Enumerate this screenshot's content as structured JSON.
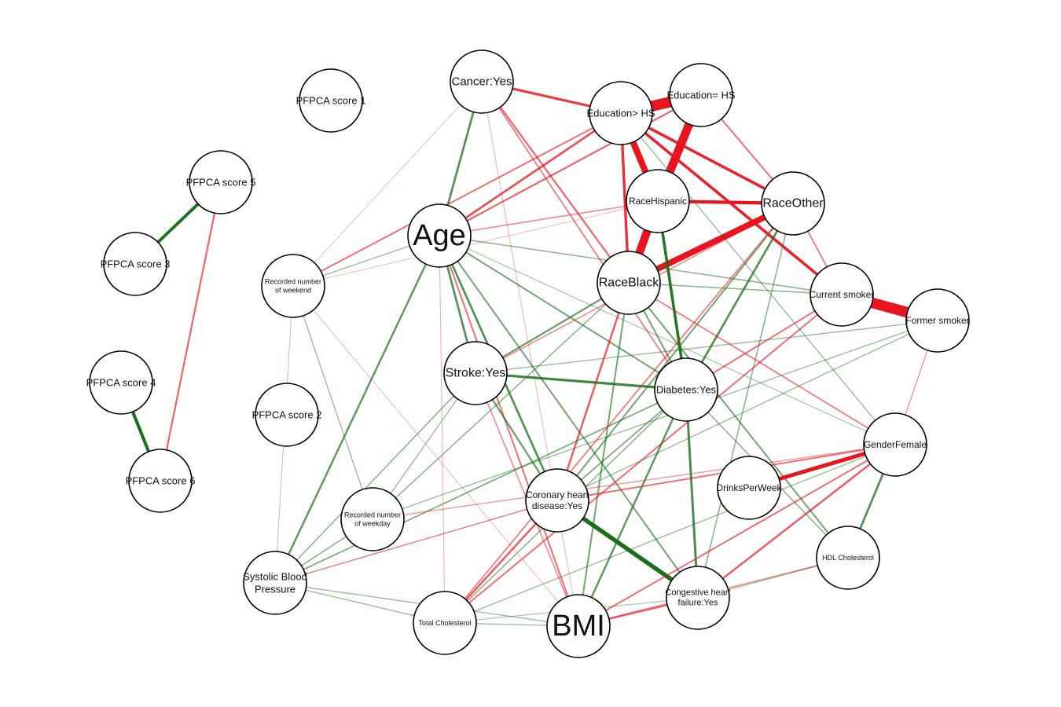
{
  "colors": {
    "positive": "#1b6e1b",
    "negative": "#e8141e",
    "node_stroke": "#000000",
    "node_fill": "#ffffff"
  },
  "network": {
    "nodes": [
      {
        "id": "cancer",
        "label": [
          "Cancer:Yes"
        ]
      },
      {
        "id": "pfpca1",
        "label": [
          "PFPCA score 1"
        ]
      },
      {
        "id": "edu_gt",
        "label": [
          "Education> HS"
        ]
      },
      {
        "id": "edu_eq",
        "label": [
          "Education= HS"
        ]
      },
      {
        "id": "pfpca5",
        "label": [
          "PFPCA score 5"
        ]
      },
      {
        "id": "pfpca3",
        "label": [
          "PFPCA score 3"
        ]
      },
      {
        "id": "age",
        "label": [
          "Age"
        ]
      },
      {
        "id": "hispanic",
        "label": [
          "RaceHispanic"
        ]
      },
      {
        "id": "other",
        "label": [
          "RaceOther"
        ]
      },
      {
        "id": "weekend",
        "label": [
          "Recorded number",
          "of weekend"
        ]
      },
      {
        "id": "black",
        "label": [
          "RaceBlack"
        ]
      },
      {
        "id": "cursmoke",
        "label": [
          "Current smoker"
        ]
      },
      {
        "id": "formsmoke",
        "label": [
          "Former smoker"
        ]
      },
      {
        "id": "pfpca4",
        "label": [
          "PFPCA score 4"
        ]
      },
      {
        "id": "stroke",
        "label": [
          "Stroke:Yes"
        ]
      },
      {
        "id": "diabetes",
        "label": [
          "Diabetes:Yes"
        ]
      },
      {
        "id": "pfpca2",
        "label": [
          "PFPCA score 2"
        ]
      },
      {
        "id": "gender",
        "label": [
          "GenderFemale"
        ]
      },
      {
        "id": "pfpca6",
        "label": [
          "PFPCA score 6"
        ]
      },
      {
        "id": "chd",
        "label": [
          "Coronary heart",
          "disease:Yes"
        ]
      },
      {
        "id": "drinks",
        "label": [
          "DrinksPerWeek"
        ]
      },
      {
        "id": "weekday",
        "label": [
          "Recorded number",
          "of weekday"
        ]
      },
      {
        "id": "hdl",
        "label": [
          "HDL Cholesterol"
        ]
      },
      {
        "id": "sbp",
        "label": [
          "Systolic Blood",
          "Pressure"
        ]
      },
      {
        "id": "chf",
        "label": [
          "Congestive heart",
          "failure:Yes"
        ]
      },
      {
        "id": "totchol",
        "label": [
          "Total Cholesterol"
        ]
      },
      {
        "id": "bmi",
        "label": [
          "BMI"
        ]
      }
    ],
    "edges": [
      {
        "a": "pfpca5",
        "b": "pfpca3",
        "sign": "pos",
        "strength": 0.85
      },
      {
        "a": "pfpca5",
        "b": "pfpca6",
        "sign": "neg",
        "strength": 0.5
      },
      {
        "a": "pfpca4",
        "b": "pfpca6",
        "sign": "pos",
        "strength": 0.9
      },
      {
        "a": "edu_gt",
        "b": "edu_eq",
        "sign": "neg",
        "strength": 3.0
      },
      {
        "a": "edu_gt",
        "b": "hispanic",
        "sign": "neg",
        "strength": 1.8
      },
      {
        "a": "edu_eq",
        "b": "hispanic",
        "sign": "neg",
        "strength": 2.4
      },
      {
        "a": "hispanic",
        "b": "black",
        "sign": "neg",
        "strength": 2.3
      },
      {
        "a": "black",
        "b": "other",
        "sign": "neg",
        "strength": 1.7
      },
      {
        "a": "hispanic",
        "b": "other",
        "sign": "neg",
        "strength": 0.95
      },
      {
        "a": "cursmoke",
        "b": "formsmoke",
        "sign": "neg",
        "strength": 3.0
      },
      {
        "a": "edu_gt",
        "b": "other",
        "sign": "neg",
        "strength": 0.8
      },
      {
        "a": "edu_gt",
        "b": "cursmoke",
        "sign": "neg",
        "strength": 0.8
      },
      {
        "a": "edu_gt",
        "b": "black",
        "sign": "neg",
        "strength": 0.75
      },
      {
        "a": "edu_gt",
        "b": "age",
        "sign": "neg",
        "strength": 0.6
      },
      {
        "a": "edu_gt",
        "b": "weekend",
        "sign": "neg",
        "strength": 0.45
      },
      {
        "a": "edu_gt",
        "b": "gender",
        "sign": "pos",
        "strength": 0.3
      },
      {
        "a": "edu_eq",
        "b": "age",
        "sign": "neg",
        "strength": 0.5
      },
      {
        "a": "edu_eq",
        "b": "other",
        "sign": "neg",
        "strength": 0.45
      },
      {
        "a": "cancer",
        "b": "edu_gt",
        "sign": "neg",
        "strength": 0.7
      },
      {
        "a": "cancer",
        "b": "age",
        "sign": "pos",
        "strength": 0.6
      },
      {
        "a": "cancer",
        "b": "black",
        "sign": "neg",
        "strength": 0.5
      },
      {
        "a": "cancer",
        "b": "diabetes",
        "sign": "neg",
        "strength": 0.4
      },
      {
        "a": "cancer",
        "b": "bmi",
        "sign": "neg",
        "strength": 0.18
      },
      {
        "a": "cancer",
        "b": "weekend",
        "sign": "pos",
        "strength": 0.12
      },
      {
        "a": "hispanic",
        "b": "age",
        "sign": "neg",
        "strength": 0.35
      },
      {
        "a": "hispanic",
        "b": "diabetes",
        "sign": "pos",
        "strength": 0.8
      },
      {
        "a": "other",
        "b": "diabetes",
        "sign": "pos",
        "strength": 0.6
      },
      {
        "a": "other",
        "b": "chd",
        "sign": "pos",
        "strength": 0.45
      },
      {
        "a": "other",
        "b": "cursmoke",
        "sign": "neg",
        "strength": 0.4
      },
      {
        "a": "other",
        "b": "stroke",
        "sign": "neg",
        "strength": 0.35
      },
      {
        "a": "other",
        "b": "chf",
        "sign": "pos",
        "strength": 0.35
      },
      {
        "a": "age",
        "b": "stroke",
        "sign": "pos",
        "strength": 0.6
      },
      {
        "a": "age",
        "b": "diabetes",
        "sign": "pos",
        "strength": 0.45
      },
      {
        "a": "age",
        "b": "chd",
        "sign": "pos",
        "strength": 0.6
      },
      {
        "a": "age",
        "b": "bmi",
        "sign": "neg",
        "strength": 0.45
      },
      {
        "a": "age",
        "b": "sbp",
        "sign": "pos",
        "strength": 0.55
      },
      {
        "a": "age",
        "b": "cursmoke",
        "sign": "pos",
        "strength": 0.35
      },
      {
        "a": "age",
        "b": "chf",
        "sign": "pos",
        "strength": 0.45
      },
      {
        "a": "age",
        "b": "weekend",
        "sign": "pos",
        "strength": 0.3
      },
      {
        "a": "age",
        "b": "gender",
        "sign": "pos",
        "strength": 0.25
      },
      {
        "a": "black",
        "b": "stroke",
        "sign": "pos",
        "strength": 0.5
      },
      {
        "a": "black",
        "b": "diabetes",
        "sign": "pos",
        "strength": 0.45
      },
      {
        "a": "black",
        "b": "chd",
        "sign": "neg",
        "strength": 0.55
      },
      {
        "a": "black",
        "b": "gender",
        "sign": "neg",
        "strength": 0.4
      },
      {
        "a": "black",
        "b": "hdl",
        "sign": "pos",
        "strength": 0.45
      },
      {
        "a": "black",
        "b": "cursmoke",
        "sign": "pos",
        "strength": 0.35
      },
      {
        "a": "black",
        "b": "weekday",
        "sign": "pos",
        "strength": 0.35
      },
      {
        "a": "black",
        "b": "bmi",
        "sign": "pos",
        "strength": 0.45
      },
      {
        "a": "cursmoke",
        "b": "diabetes",
        "sign": "neg",
        "strength": 0.45
      },
      {
        "a": "cursmoke",
        "b": "totchol",
        "sign": "neg",
        "strength": 0.45
      },
      {
        "a": "formsmoke",
        "b": "stroke",
        "sign": "pos",
        "strength": 0.3
      },
      {
        "a": "formsmoke",
        "b": "chd",
        "sign": "pos",
        "strength": 0.3
      },
      {
        "a": "formsmoke",
        "b": "weekday",
        "sign": "pos",
        "strength": 0.3
      },
      {
        "a": "formsmoke",
        "b": "gender",
        "sign": "neg",
        "strength": 0.3
      },
      {
        "a": "stroke",
        "b": "diabetes",
        "sign": "pos",
        "strength": 0.7
      },
      {
        "a": "stroke",
        "b": "chd",
        "sign": "pos",
        "strength": 0.5
      },
      {
        "a": "stroke",
        "b": "bmi",
        "sign": "neg",
        "strength": 0.35
      },
      {
        "a": "diabetes",
        "b": "chd",
        "sign": "pos",
        "strength": 0.4
      },
      {
        "a": "diabetes",
        "b": "chf",
        "sign": "pos",
        "strength": 0.65
      },
      {
        "a": "diabetes",
        "b": "bmi",
        "sign": "pos",
        "strength": 0.55
      },
      {
        "a": "diabetes",
        "b": "sbp",
        "sign": "pos",
        "strength": 0.4
      },
      {
        "a": "diabetes",
        "b": "totchol",
        "sign": "pos",
        "strength": 0.35
      },
      {
        "a": "chd",
        "b": "chf",
        "sign": "pos",
        "strength": 1.2
      },
      {
        "a": "chd",
        "b": "totchol",
        "sign": "neg",
        "strength": 0.55
      },
      {
        "a": "chd",
        "b": "gender",
        "sign": "neg",
        "strength": 0.45
      },
      {
        "a": "chd",
        "b": "sbp",
        "sign": "neg",
        "strength": 0.25
      },
      {
        "a": "gender",
        "b": "drinks",
        "sign": "neg",
        "strength": 1.1
      },
      {
        "a": "gender",
        "b": "hdl",
        "sign": "pos",
        "strength": 0.6
      },
      {
        "a": "gender",
        "b": "chf",
        "sign": "neg",
        "strength": 0.55
      },
      {
        "a": "gender",
        "b": "totchol",
        "sign": "pos",
        "strength": 0.3
      },
      {
        "a": "gender",
        "b": "bmi",
        "sign": "neg",
        "strength": 0.45
      },
      {
        "a": "gender",
        "b": "weekday",
        "sign": "neg",
        "strength": 0.3
      },
      {
        "a": "hdl",
        "b": "bmi",
        "sign": "neg",
        "strength": 0.35
      },
      {
        "a": "hdl",
        "b": "chf",
        "sign": "pos",
        "strength": 0.3
      },
      {
        "a": "hdl",
        "b": "diabetes",
        "sign": "pos",
        "strength": 0.35
      },
      {
        "a": "sbp",
        "b": "totchol",
        "sign": "pos",
        "strength": 0.3
      },
      {
        "a": "sbp",
        "b": "weekday",
        "sign": "pos",
        "strength": 0.35
      },
      {
        "a": "sbp",
        "b": "bmi",
        "sign": "pos",
        "strength": 0.3
      },
      {
        "a": "sbp",
        "b": "stroke",
        "sign": "pos",
        "strength": 0.35
      },
      {
        "a": "sbp",
        "b": "weekend",
        "sign": "pos",
        "strength": 0.2
      },
      {
        "a": "sbp",
        "b": "chd",
        "sign": "neg",
        "strength": 0.25
      },
      {
        "a": "totchol",
        "b": "bmi",
        "sign": "pos",
        "strength": 0.3
      },
      {
        "a": "totchol",
        "b": "age",
        "sign": "neg",
        "strength": 0.2
      },
      {
        "a": "bmi",
        "b": "chf",
        "sign": "neg",
        "strength": 0.5
      },
      {
        "a": "bmi",
        "b": "weekend",
        "sign": "neg",
        "strength": 0.15
      },
      {
        "a": "weekday",
        "b": "weekend",
        "sign": "pos",
        "strength": 0.3
      },
      {
        "a": "weekday",
        "b": "stroke",
        "sign": "pos",
        "strength": 0.3
      },
      {
        "a": "chf",
        "b": "totchol",
        "sign": "pos",
        "strength": 0.25
      },
      {
        "a": "other",
        "b": "totchol",
        "sign": "neg",
        "strength": 0.4
      },
      {
        "a": "hispanic",
        "b": "weekend",
        "sign": "neg",
        "strength": 0.15
      }
    ]
  }
}
